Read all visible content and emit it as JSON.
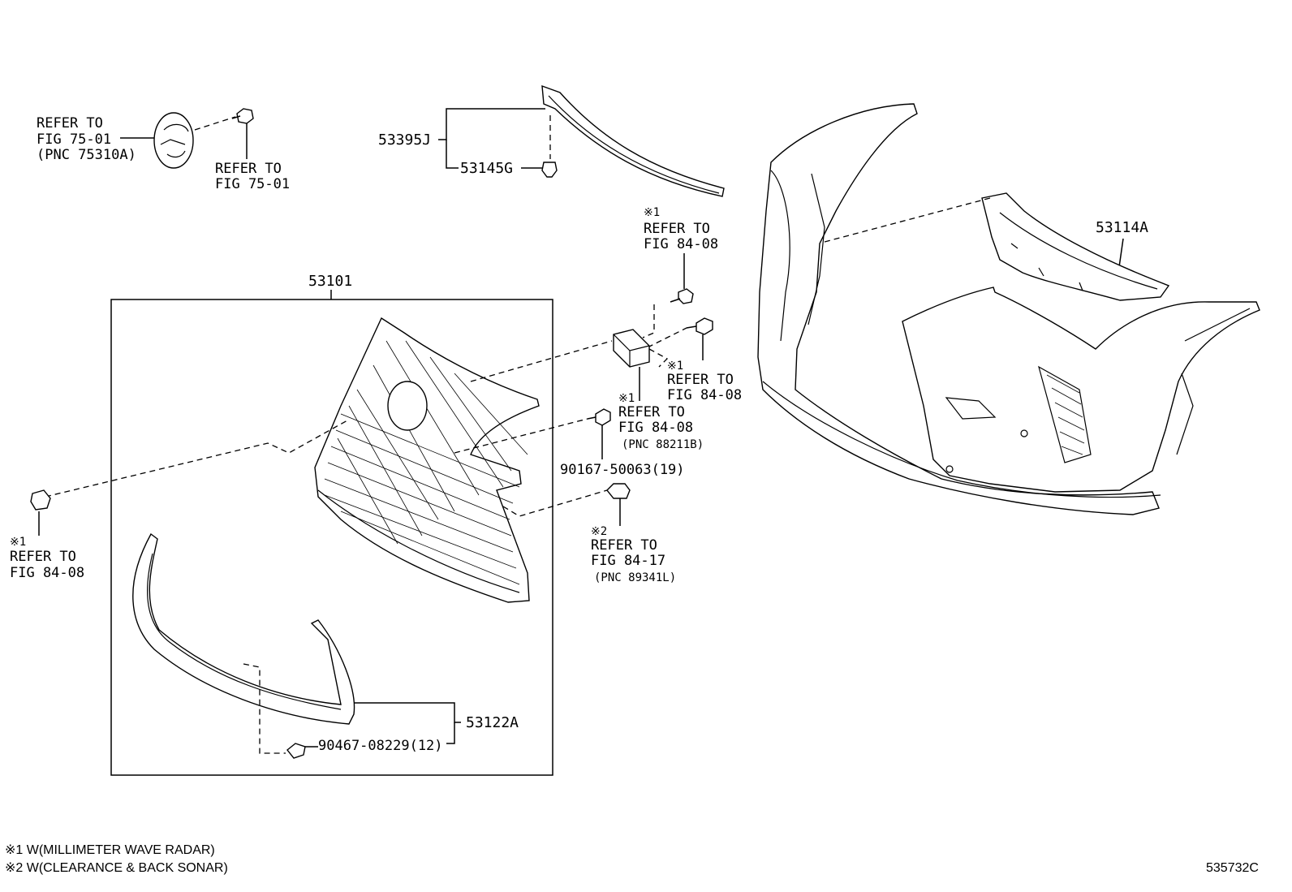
{
  "diagram": {
    "id": "535732C",
    "parts": {
      "emblem": {
        "ref": [
          "REFER TO",
          "FIG 75-01",
          "(PNC 75310A)"
        ]
      },
      "emblem_screw": {
        "ref": [
          "REFER TO",
          "FIG 75-01"
        ]
      },
      "molding": {
        "number": "53395J"
      },
      "clip": {
        "number": "53145G"
      },
      "radar_screw_top": {
        "mark": "※1",
        "ref": [
          "REFER TO",
          "FIG 84-08"
        ]
      },
      "bumper_support": {
        "number": "53114A"
      },
      "grille_assembly": {
        "number": "53101"
      },
      "radar_screw_right": {
        "mark": "※1",
        "ref": [
          "REFER TO",
          "FIG 84-08"
        ]
      },
      "radar_sensor": {
        "mark": "※1",
        "ref": [
          "REFER TO",
          "FIG 84-08",
          "(PNC 88211B)"
        ]
      },
      "bolt": {
        "number": "90167-50063(19)"
      },
      "nut_left": {
        "mark": "※1",
        "ref": [
          "REFER TO",
          "FIG 84-08"
        ]
      },
      "sonar": {
        "mark": "※2",
        "ref": [
          "REFER TO",
          "FIG 84-17",
          "(PNC 89341L)"
        ]
      },
      "lower_molding": {
        "number": "53122A"
      },
      "lower_clip": {
        "number": "90467-08229(12)"
      }
    },
    "notes": [
      "※1 W(MILLIMETER WAVE RADAR)",
      "※2 W(CLEARANCE & BACK SONAR)"
    ]
  }
}
